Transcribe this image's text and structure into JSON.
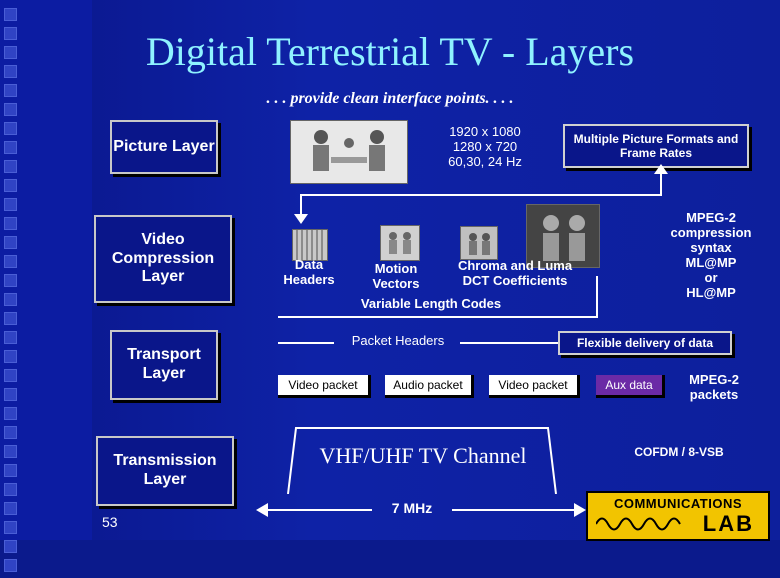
{
  "slide": {
    "title": "Digital Terrestrial TV - Layers",
    "subtitle": ". . . provide clean interface points. . . .",
    "page_number": "53"
  },
  "layers": {
    "picture": "Picture Layer",
    "video_compression": "Video Compression Layer",
    "transport": "Transport Layer",
    "transmission": "Transmission Layer"
  },
  "picture_row": {
    "formats": "1920 x 1080\n1280 x 720\n60,30, 24 Hz",
    "multi_box": "Multiple Picture Formats and Frame  Rates"
  },
  "compression_row": {
    "data_headers": "Data\nHeaders",
    "motion_vectors": "Motion\nVectors",
    "chroma_luma": "Chroma  and Luma\nDCT Coefficients",
    "vlc": "Variable Length Codes",
    "mpeg2_syntax": "MPEG-2\ncompression\nsyntax\nML@MP\nor\nHL@MP"
  },
  "transport_row": {
    "packet_headers": "Packet Headers",
    "flexible": "Flexible delivery of data",
    "packets": [
      "Video packet",
      "Audio packet",
      "Video packet",
      "Aux data"
    ],
    "mpeg2_packets": "MPEG-2\npackets"
  },
  "transmission_row": {
    "channel": "VHF/UHF TV Channel",
    "bandwidth": "7 MHz",
    "cofdm": "COFDM / 8-VSB"
  },
  "logo": {
    "top": "COMMUNICATIONS",
    "bottom": "LAB"
  },
  "colors": {
    "background": "#0d1f9c",
    "title": "#8ff2ff",
    "logo": "#f2c400",
    "aux_packet": "#6b2aa6"
  }
}
